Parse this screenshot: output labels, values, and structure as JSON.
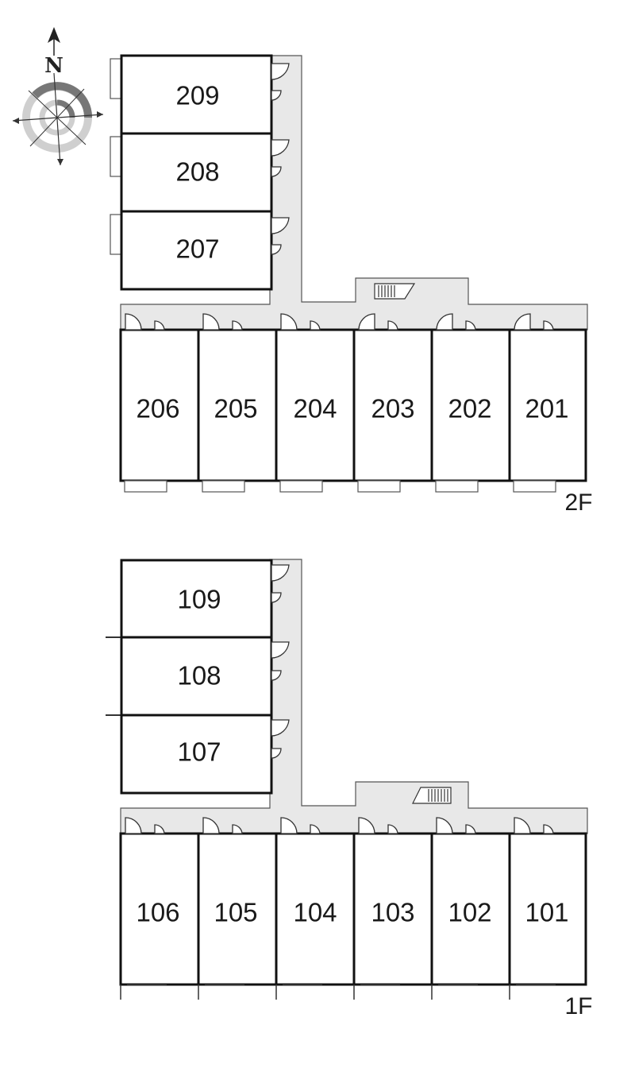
{
  "compass": {
    "north_label": "N",
    "icon": "compass-rose-icon"
  },
  "floors": [
    {
      "label": "2F",
      "side_units": [
        "209",
        "208",
        "207"
      ],
      "front_units": [
        "206",
        "205",
        "204",
        "203",
        "202",
        "201"
      ]
    },
    {
      "label": "1F",
      "side_units": [
        "109",
        "108",
        "107"
      ],
      "front_units": [
        "106",
        "105",
        "104",
        "103",
        "102",
        "101"
      ]
    }
  ],
  "colors": {
    "corridor": "#e8e8e8",
    "wall": "#111111"
  }
}
